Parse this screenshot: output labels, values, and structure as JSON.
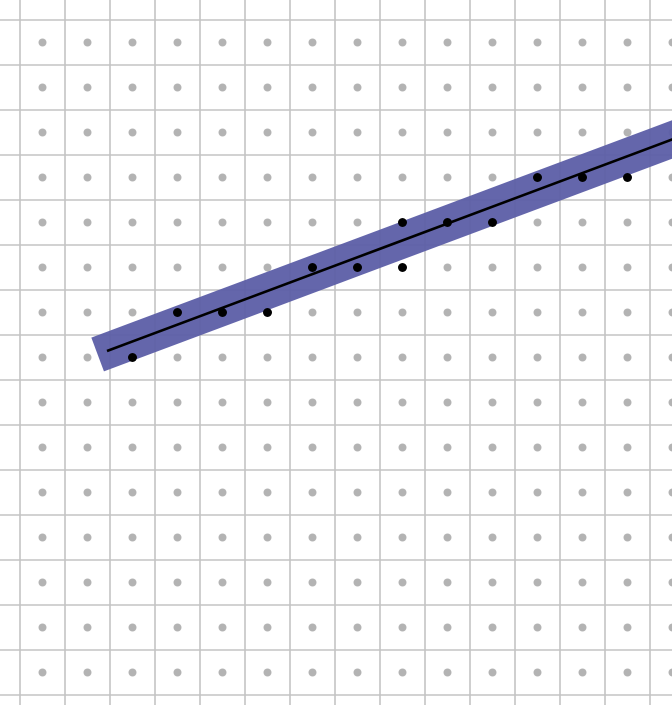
{
  "colors": {
    "background": "#ffffff",
    "grid_line": "#c3c3c3",
    "grid_dot": "#b3b3b3",
    "band_fill": "#5c5ea6",
    "fit_line": "#000000",
    "highlight_dot": "#000000"
  },
  "grid": {
    "columns": 15,
    "rows": 15
  },
  "highlighted_cells": [
    {
      "col": 2,
      "row": 7
    },
    {
      "col": 3,
      "row": 6
    },
    {
      "col": 4,
      "row": 6
    },
    {
      "col": 5,
      "row": 6
    },
    {
      "col": 6,
      "row": 5
    },
    {
      "col": 7,
      "row": 5
    },
    {
      "col": 8,
      "row": 5
    },
    {
      "col": 8,
      "row": 4
    },
    {
      "col": 9,
      "row": 4
    },
    {
      "col": 10,
      "row": 4
    },
    {
      "col": 11,
      "row": 3
    },
    {
      "col": 12,
      "row": 3
    },
    {
      "col": 13,
      "row": 3
    }
  ],
  "fit_line": {
    "start": {
      "col": 1.45,
      "row": 7.0
    },
    "end": {
      "col": 14.8,
      "row": 2.7
    }
  }
}
